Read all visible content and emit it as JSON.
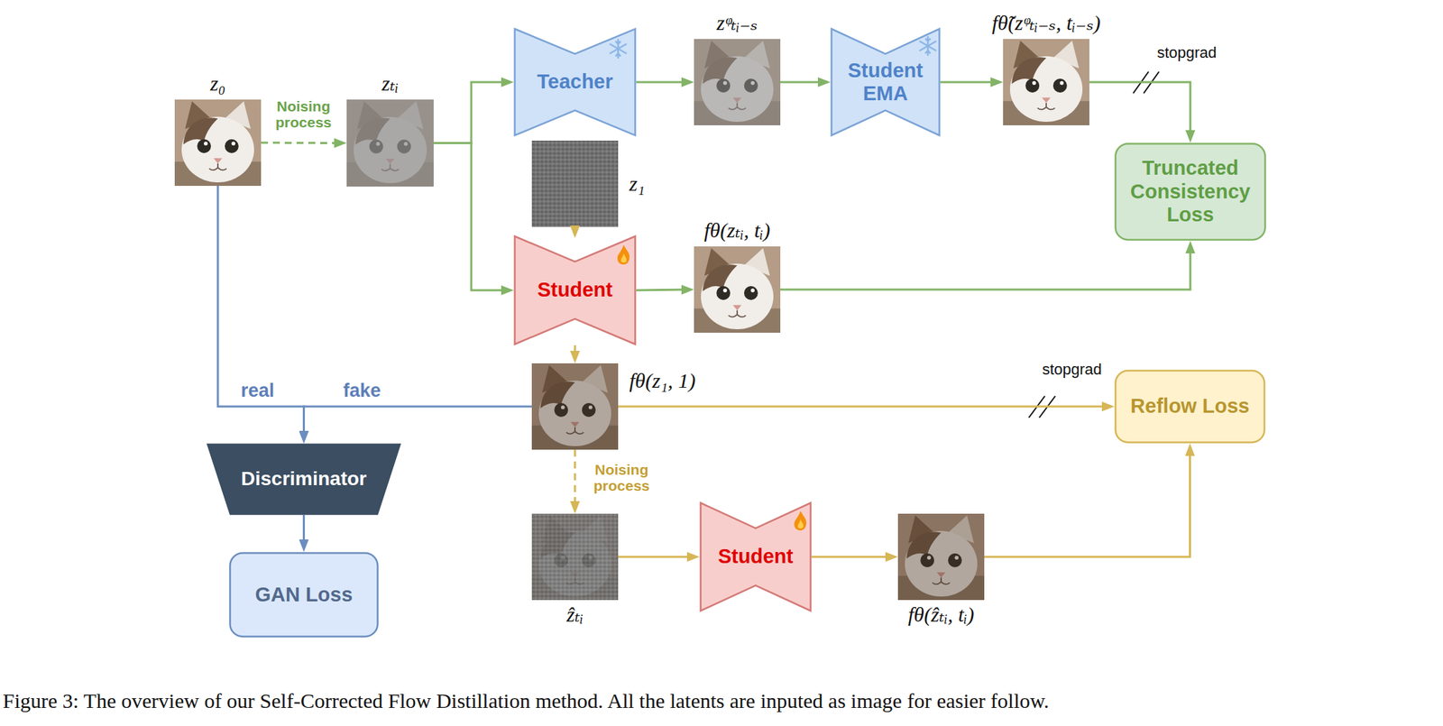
{
  "diagram": {
    "caption": "Figure 3: The overview of our Self-Corrected Flow Distillation method. All the latents are inputed as image for easier follow.",
    "nodes": [
      {
        "text": [
          "z₀"
        ]
      },
      {
        "text": [
          "zₜᵢ"
        ]
      },
      {
        "text": [
          "Teacher"
        ]
      },
      {
        "text": [
          "zᵠₜᵢ₋ₛ"
        ]
      },
      {
        "text": [
          "Student EMA"
        ]
      },
      {
        "text": [
          "fθ̃(zᵠₜᵢ₋ₛ, tᵢ₋ₛ)"
        ]
      },
      {
        "text": [
          "Truncated Consistency Loss"
        ]
      },
      {
        "text": [
          "z₁"
        ]
      },
      {
        "text": [
          "Student"
        ]
      },
      {
        "text": [
          "fθ(zₜᵢ, tᵢ)"
        ]
      },
      {
        "text": [
          "fθ(z₁, 1)"
        ]
      },
      {
        "text": [
          "Reflow Loss"
        ]
      },
      {
        "text": [
          "Discriminator"
        ]
      },
      {
        "text": [
          "GAN Loss"
        ]
      },
      {
        "text": [
          "ẑₜᵢ"
        ]
      },
      {
        "text": [
          "Student"
        ]
      },
      {
        "text": [
          "fθ(ẑₜᵢ, tᵢ)"
        ]
      }
    ],
    "edges": [
      {
        "from": 0,
        "to": 1,
        "label": "Noising process",
        "arrow": "to"
      },
      {
        "from": 1,
        "to": 2,
        "arrow": "to"
      },
      {
        "from": 1,
        "to": 8,
        "arrow": "to"
      },
      {
        "from": 2,
        "to": 3,
        "arrow": "to"
      },
      {
        "from": 3,
        "to": 4,
        "arrow": "to"
      },
      {
        "from": 4,
        "to": 5,
        "arrow": "to"
      },
      {
        "from": 5,
        "to": 6,
        "label": "stopgrad",
        "arrow": "to"
      },
      {
        "from": 7,
        "to": 8,
        "arrow": "to"
      },
      {
        "from": 8,
        "to": 9,
        "arrow": "to"
      },
      {
        "from": 9,
        "to": 6,
        "arrow": "to"
      },
      {
        "from": 8,
        "to": 10,
        "arrow": "to"
      },
      {
        "from": 10,
        "to": 11,
        "label": "stopgrad",
        "arrow": "to"
      },
      {
        "from": 10,
        "to": 14,
        "label": "Noising process",
        "arrow": "to"
      },
      {
        "from": 14,
        "to": 15,
        "arrow": "to"
      },
      {
        "from": 15,
        "to": 16,
        "arrow": "to"
      },
      {
        "from": 16,
        "to": 11,
        "arrow": "to"
      },
      {
        "from": 0,
        "to": 12,
        "label": "real",
        "arrow": "to"
      },
      {
        "from": 10,
        "to": 12,
        "label": "fake",
        "arrow": "to"
      },
      {
        "from": 12,
        "to": 13,
        "arrow": "to"
      }
    ]
  }
}
